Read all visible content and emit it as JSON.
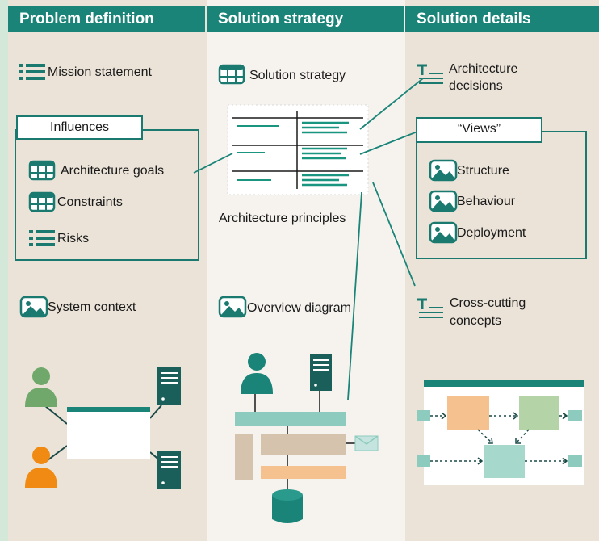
{
  "headers": {
    "problem": "Problem definition",
    "strategy": "Solution strategy",
    "details": "Solution details"
  },
  "left": {
    "mission": "Mission statement",
    "influences": "Influences",
    "arch_goals": "Architecture goals",
    "constraints": "Constraints",
    "risks": "Risks",
    "system_context": "System context"
  },
  "middle": {
    "solution_strategy": "Solution strategy",
    "arch_principles": "Architecture principles",
    "overview_diagram": "Overview diagram"
  },
  "right": {
    "arch_decisions_1": "Architecture",
    "arch_decisions_2": "decisions",
    "views": "“Views”",
    "structure": "Structure",
    "behaviour": "Behaviour",
    "deployment": "Deployment",
    "crosscut_1": "Cross-cutting",
    "crosscut_2": "concepts"
  },
  "colors": {
    "teal": "#1a8478",
    "mint": "#8ccbbd",
    "sand": "#d6c3ae",
    "orange": "#f5c18f",
    "green_person": "#6fa86a",
    "orange_person": "#f08a12",
    "server": "#1a5f5a"
  },
  "icons": [
    "list-icon",
    "table-icon",
    "image-icon",
    "text-icon",
    "person-icon",
    "server-icon",
    "database-icon",
    "mail-icon"
  ]
}
